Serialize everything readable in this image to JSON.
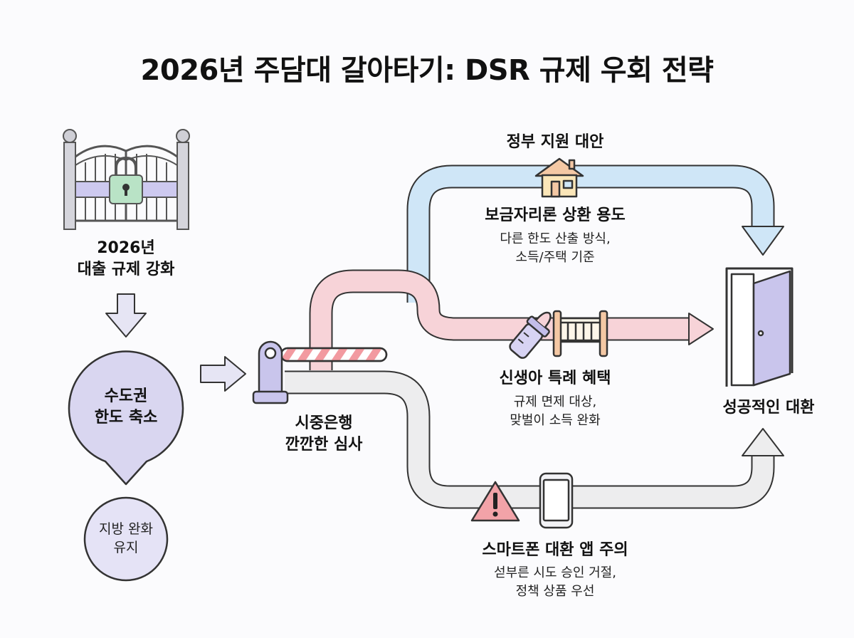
{
  "title": "2026년 주담대 갈아타기: DSR 규제 우회 전략",
  "gate": {
    "line1": "2026년",
    "line2": "대출 규제 강화"
  },
  "capital_bubble": {
    "line1": "수도권",
    "line2": "한도 축소"
  },
  "local_circle": {
    "line1": "지방 완화",
    "line2": "유지"
  },
  "bank": {
    "line1": "시중은행",
    "line2": "깐깐한 심사"
  },
  "government": {
    "heading": "정부 지원 대안",
    "product": "보금자리론 상환 용도",
    "desc1": "다른 한도 산출 방식,",
    "desc2": "소득/주택 기준"
  },
  "newborn": {
    "heading": "신생아 특례 혜택",
    "desc1": "규제 면제 대상,",
    "desc2": "맞벌이 소득 완화"
  },
  "smartphone": {
    "heading": "스마트폰 대환 앱 주의",
    "desc1": "섣부른 시도 승인 거절,",
    "desc2": "정책 상품 우선"
  },
  "success": {
    "label": "성공적인 대환"
  },
  "icons": [
    "lock-icon",
    "house-icon",
    "baby-bottle-icon",
    "crib-icon",
    "warning-icon",
    "smartphone-icon",
    "door-icon",
    "boom-barrier-icon"
  ],
  "colors": {
    "blue_path": "#cfe6f7",
    "pink_path": "#f7d3d8",
    "gray_path": "#ededee",
    "lavender": "#d9d6f0",
    "warning": "#f2a3a8",
    "lock": "#b9e3c6"
  }
}
